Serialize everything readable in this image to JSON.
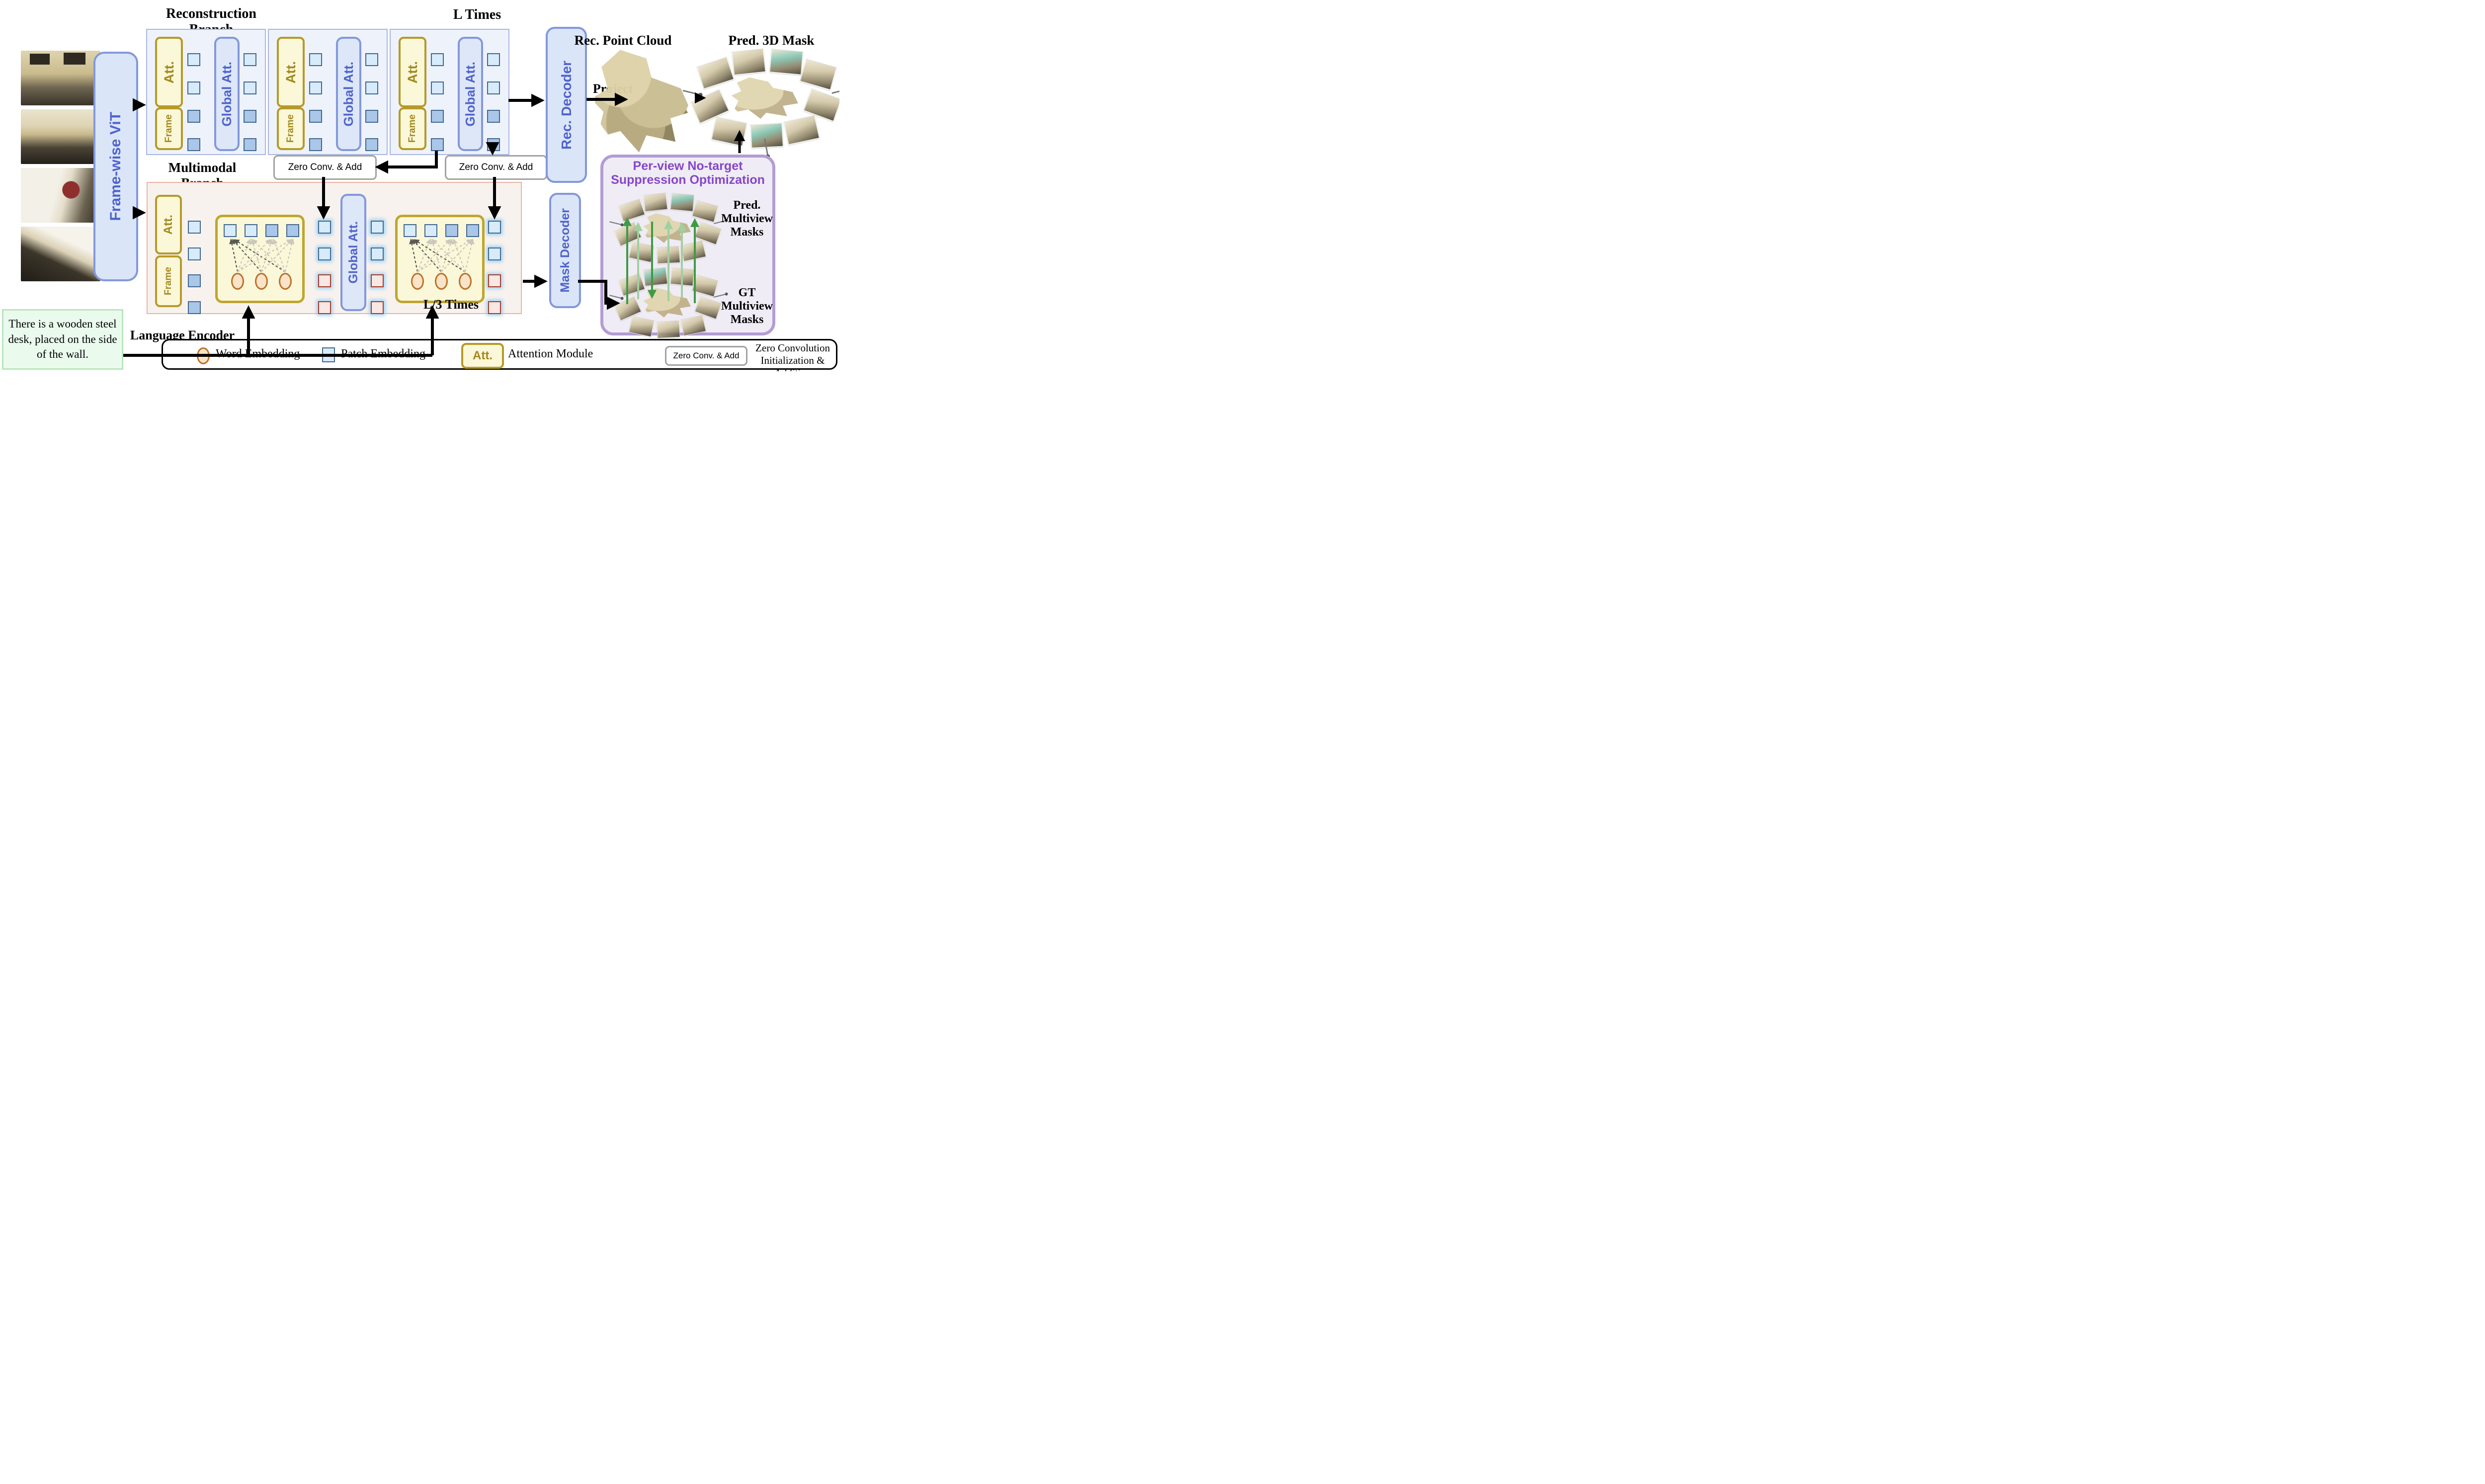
{
  "colors": {
    "accent_blue": "#4f63cc",
    "accent_yellow": "#b59a28",
    "accent_purple": "#8546c8",
    "patch_light": "#d7ebfa",
    "patch_dark": "#aac6e8",
    "word_fill": "#f9e4c9",
    "suppressed_fill": "#f8e7e3",
    "green_arrow": "#3e9b43"
  },
  "titles": {
    "reconstruction_branch": "Reconstruction Branch",
    "l_times": "L Times",
    "multimodal_branch": "Multimodal Branch",
    "language_encoder": "Language Encoder",
    "l3_times": "L/3 Times",
    "rec_point_cloud": "Rec. Point Cloud",
    "pred_3d_mask": "Pred. 3D Mask",
    "project": "Project"
  },
  "boxes": {
    "frame_wise_vit": "Frame-wise ViT",
    "att": "Att.",
    "frame": "Frame",
    "global_att": "Global Att.",
    "rec_decoder": "Rec. Decoder",
    "mask_decoder": "Mask Decoder",
    "zero_conv_add": "Zero Conv. & Add"
  },
  "query": {
    "text": "There is a wooden steel desk, placed on the side of the wall."
  },
  "optimization": {
    "title_line1": "Per-view No-target",
    "title_line2": "Suppression Optimization",
    "pred_masks": [
      "Pred.",
      "Multiview",
      "Masks"
    ],
    "gt_masks": [
      "GT",
      "Multiview",
      "Masks"
    ]
  },
  "legend": {
    "word_embedding": "Word Embedding",
    "patch_embedding": "Patch Embedding",
    "att": "Att.",
    "attention_module": "Attention Module",
    "zero_conv_add": "Zero Conv. & Add",
    "zero_conv_desc_1": "Zero Convolution",
    "zero_conv_desc_2": "Initialization & Addition"
  }
}
